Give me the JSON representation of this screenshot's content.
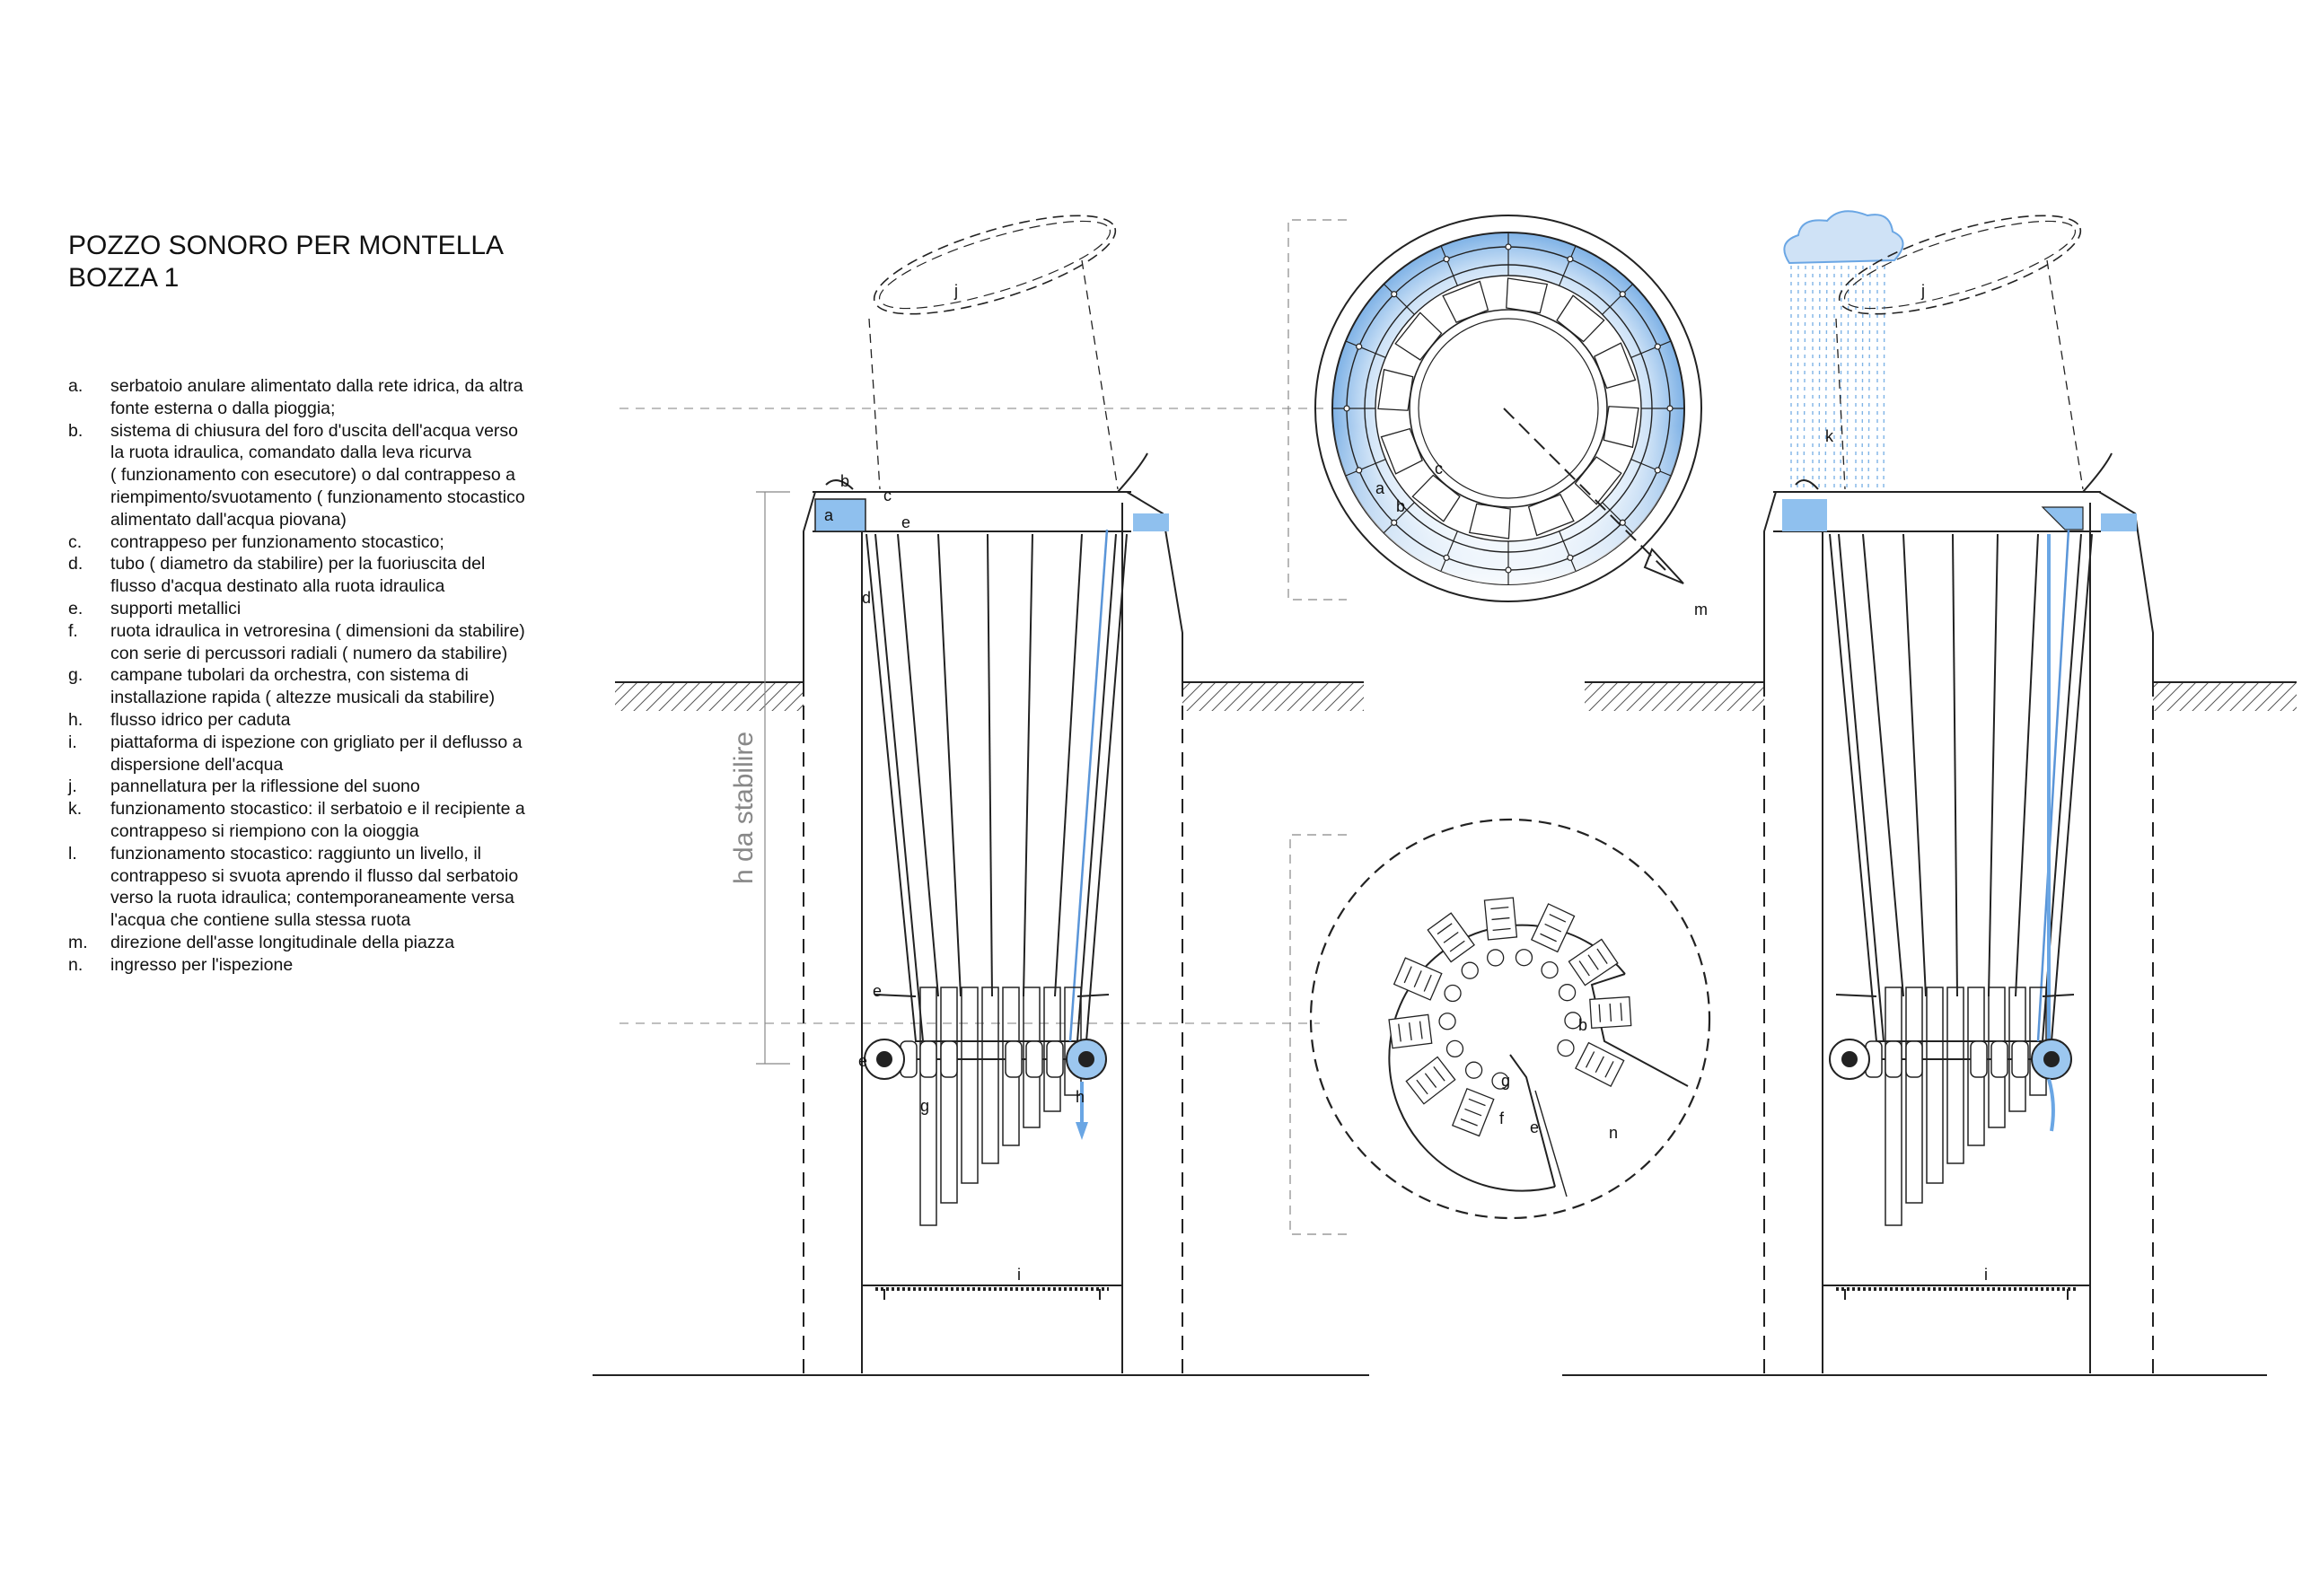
{
  "title": {
    "line1": "POZZO SONORO PER MONTELLA",
    "line2": "BOZZA 1"
  },
  "legend": [
    {
      "key": "a.",
      "text": "serbatoio anulare alimentato dalla rete idrica, da altra\nfonte esterna o dalla pioggia;"
    },
    {
      "key": "b.",
      "text": "sistema di chiusura del foro d'uscita dell'acqua verso\nla ruota idraulica, comandato dalla leva ricurva\n( funzionamento con esecutore)  o dal contrappeso a\nriempimento/svuotamento   ( funzionamento stocastico\nalimentato dall'acqua piovana)"
    },
    {
      "key": "c.",
      "text": "contrappeso per funzionamento stocastico;"
    },
    {
      "key": "d.",
      "text": "tubo   ( diametro da stabilire)    per la fuoriuscita del\nflusso d'acqua destinato alla ruota idraulica"
    },
    {
      "key": "e.",
      "text": "supporti metallici"
    },
    {
      "key": "f.",
      "text": "ruota idraulica in vetroresina   ( dimensioni da stabilire)\ncon serie di percussori radiali   ( numero da stabilire)"
    },
    {
      "key": "g.",
      "text": "campane tubolari da orchestra, con sistema di\ninstallazione rapida   ( altezze musicali da stabilire)"
    },
    {
      "key": "h.",
      "text": "flusso idrico per caduta"
    },
    {
      "key": "i.",
      "text": "piattaforma di ispezione con grigliato per il deflusso a\ndispersione dell'acqua"
    },
    {
      "key": "j.",
      "text": "pannellatura per la riflessione del suono"
    },
    {
      "key": "k.",
      "text": "funzionamento stocastico: il serbatoio e il recipiente a\ncontrappeso si riempiono con la oioggia"
    },
    {
      "key": "l.",
      "text": "funzionamento stocastico: raggiunto un livello, il\ncontrappeso si svuota aprendo il flusso dal serbatoio\nverso la ruota idraulica; contemporaneamente versa\nl'acqua che contiene sulla stessa ruota"
    },
    {
      "key": "m.",
      "text": "direzione dell'asse longitudinale della piazza"
    },
    {
      "key": "n.",
      "text": "ingresso per l'ispezione"
    }
  ],
  "section_left": {
    "dimension": "h  da  stabilire",
    "labels": {
      "a": "a",
      "b": "b",
      "c": "c",
      "d": "d",
      "e_top": "e",
      "e_mid": "e",
      "e_low": "e",
      "g": "g",
      "h": "h",
      "i": "i",
      "j": "j"
    }
  },
  "plan_top": {
    "labels": {
      "a": "a",
      "b": "b",
      "c": "c",
      "m": "m"
    }
  },
  "plan_bottom": {
    "labels": {
      "e": "e",
      "f": "f",
      "g": "g",
      "n": "n",
      "b": "b"
    }
  },
  "section_right": {
    "labels": {
      "i": "i",
      "j": "j",
      "k": "k"
    }
  },
  "colors": {
    "water": "#8fc0ee",
    "water_light": "#dcecfa",
    "rain": "#7fb4e6",
    "line": "#222222"
  }
}
